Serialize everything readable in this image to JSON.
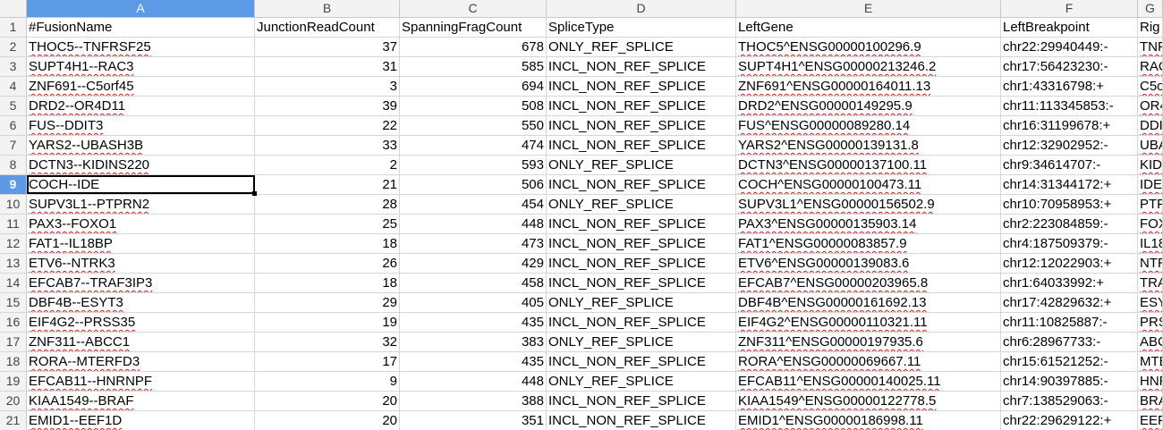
{
  "columns": [
    "A",
    "B",
    "C",
    "D",
    "E",
    "F",
    "G"
  ],
  "active_column": 0,
  "active_row": 8,
  "rows": [
    [
      "#FusionName",
      "JunctionReadCount",
      "SpanningFragCount",
      "SpliceType",
      "LeftGene",
      "LeftBreakpoint",
      "Rig"
    ],
    [
      "THOC5--TNFRSF25",
      "37",
      "678",
      "ONLY_REF_SPLICE",
      "THOC5^ENSG00000100296.9",
      "chr22:29940449:-",
      "TNF"
    ],
    [
      "SUPT4H1--RAC3",
      "31",
      "585",
      "INCL_NON_REF_SPLICE",
      "SUPT4H1^ENSG00000213246.2",
      "chr17:56423230:-",
      "RAC"
    ],
    [
      "ZNF691--C5orf45",
      "3",
      "694",
      "INCL_NON_REF_SPLICE",
      "ZNF691^ENSG00000164011.13",
      "chr1:43316798:+",
      "C5o"
    ],
    [
      "DRD2--OR4D11",
      "39",
      "508",
      "INCL_NON_REF_SPLICE",
      "DRD2^ENSG00000149295.9",
      "chr11:113345853:-",
      "OR4"
    ],
    [
      "FUS--DDIT3",
      "22",
      "550",
      "INCL_NON_REF_SPLICE",
      "FUS^ENSG00000089280.14",
      "chr16:31199678:+",
      "DDI"
    ],
    [
      "YARS2--UBASH3B",
      "33",
      "474",
      "INCL_NON_REF_SPLICE",
      "YARS2^ENSG00000139131.8",
      "chr12:32902952:-",
      "UBA"
    ],
    [
      "DCTN3--KIDINS220",
      "2",
      "593",
      "ONLY_REF_SPLICE",
      "DCTN3^ENSG00000137100.11",
      "chr9:34614707:-",
      "KID"
    ],
    [
      "COCH--IDE",
      "21",
      "506",
      "INCL_NON_REF_SPLICE",
      "COCH^ENSG00000100473.11",
      "chr14:31344172:+",
      "IDE"
    ],
    [
      "SUPV3L1--PTPRN2",
      "28",
      "454",
      "ONLY_REF_SPLICE",
      "SUPV3L1^ENSG00000156502.9",
      "chr10:70958953:+",
      "PTP"
    ],
    [
      "PAX3--FOXO1",
      "25",
      "448",
      "INCL_NON_REF_SPLICE",
      "PAX3^ENSG00000135903.14",
      "chr2:223084859:-",
      "FOX"
    ],
    [
      "FAT1--IL18BP",
      "18",
      "473",
      "INCL_NON_REF_SPLICE",
      "FAT1^ENSG00000083857.9",
      "chr4:187509379:-",
      "IL18"
    ],
    [
      "ETV6--NTRK3",
      "26",
      "429",
      "INCL_NON_REF_SPLICE",
      "ETV6^ENSG00000139083.6",
      "chr12:12022903:+",
      "NTR"
    ],
    [
      "EFCAB7--TRAF3IP3",
      "18",
      "458",
      "INCL_NON_REF_SPLICE",
      "EFCAB7^ENSG00000203965.8",
      "chr1:64033992:+",
      "TRA"
    ],
    [
      "DBF4B--ESYT3",
      "29",
      "405",
      "ONLY_REF_SPLICE",
      "DBF4B^ENSG00000161692.13",
      "chr17:42829632:+",
      "ESY"
    ],
    [
      "EIF4G2--PRSS35",
      "19",
      "435",
      "INCL_NON_REF_SPLICE",
      "EIF4G2^ENSG00000110321.11",
      "chr11:10825887:-",
      "PRS"
    ],
    [
      "ZNF311--ABCC1",
      "32",
      "383",
      "ONLY_REF_SPLICE",
      "ZNF311^ENSG00000197935.6",
      "chr6:28967733:-",
      "ABC"
    ],
    [
      "RORA--MTERFD3",
      "17",
      "435",
      "INCL_NON_REF_SPLICE",
      "RORA^ENSG00000069667.11",
      "chr15:61521252:-",
      "MTE"
    ],
    [
      "EFCAB11--HNRNPF",
      "9",
      "448",
      "ONLY_REF_SPLICE",
      "EFCAB11^ENSG00000140025.11",
      "chr14:90397885:-",
      "HNR"
    ],
    [
      "KIAA1549--BRAF",
      "20",
      "388",
      "INCL_NON_REF_SPLICE",
      "KIAA1549^ENSG00000122778.5",
      "chr7:138529063:-",
      "BRA"
    ],
    [
      "EMID1--EEF1D",
      "20",
      "351",
      "INCL_NON_REF_SPLICE",
      "EMID1^ENSG00000186998.11",
      "chr22:29629122:+",
      "EEF"
    ]
  ]
}
